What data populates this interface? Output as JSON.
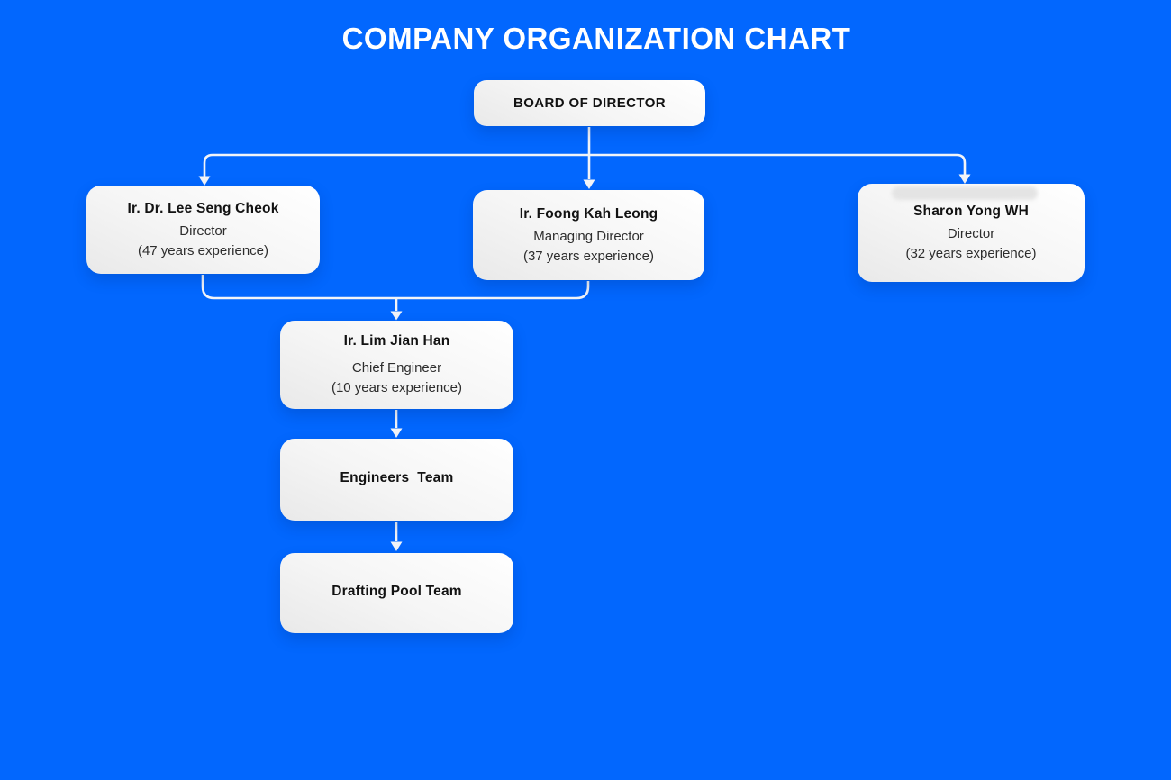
{
  "title": "COMPANY ORGANIZATION CHART",
  "colors": {
    "background": "#0267FE",
    "box_fill_top": "#FFFFFF",
    "box_fill_bottom": "#E9E9E9",
    "connector": "#F2F4F8",
    "title_text": "#FFFFFF",
    "name_text": "#121212",
    "detail_text": "#2D2D2D"
  },
  "nodes": {
    "board": {
      "name": "BOARD OF DIRECTOR"
    },
    "lee": {
      "name": "Ir. Dr. Lee Seng Cheok",
      "role": "Director",
      "experience": "(47 years experience)"
    },
    "foong": {
      "name": "Ir. Foong Kah Leong",
      "role": "Managing Director",
      "experience": "(37 years experience)"
    },
    "sharon": {
      "name": "Sharon Yong WH",
      "role": "Director",
      "experience": "(32 years experience)"
    },
    "lim": {
      "name": "Ir. Lim Jian Han",
      "role": "Chief Engineer",
      "experience": "(10 years experience)"
    },
    "engineers": {
      "name": "Engineers  Team"
    },
    "drafting": {
      "name": "Drafting Pool Team"
    }
  },
  "edges": [
    {
      "from": "board",
      "to": "lee"
    },
    {
      "from": "board",
      "to": "foong"
    },
    {
      "from": "board",
      "to": "sharon"
    },
    {
      "from": "lee",
      "to": "lim"
    },
    {
      "from": "foong",
      "to": "lim"
    },
    {
      "from": "lim",
      "to": "engineers"
    },
    {
      "from": "engineers",
      "to": "drafting"
    }
  ]
}
